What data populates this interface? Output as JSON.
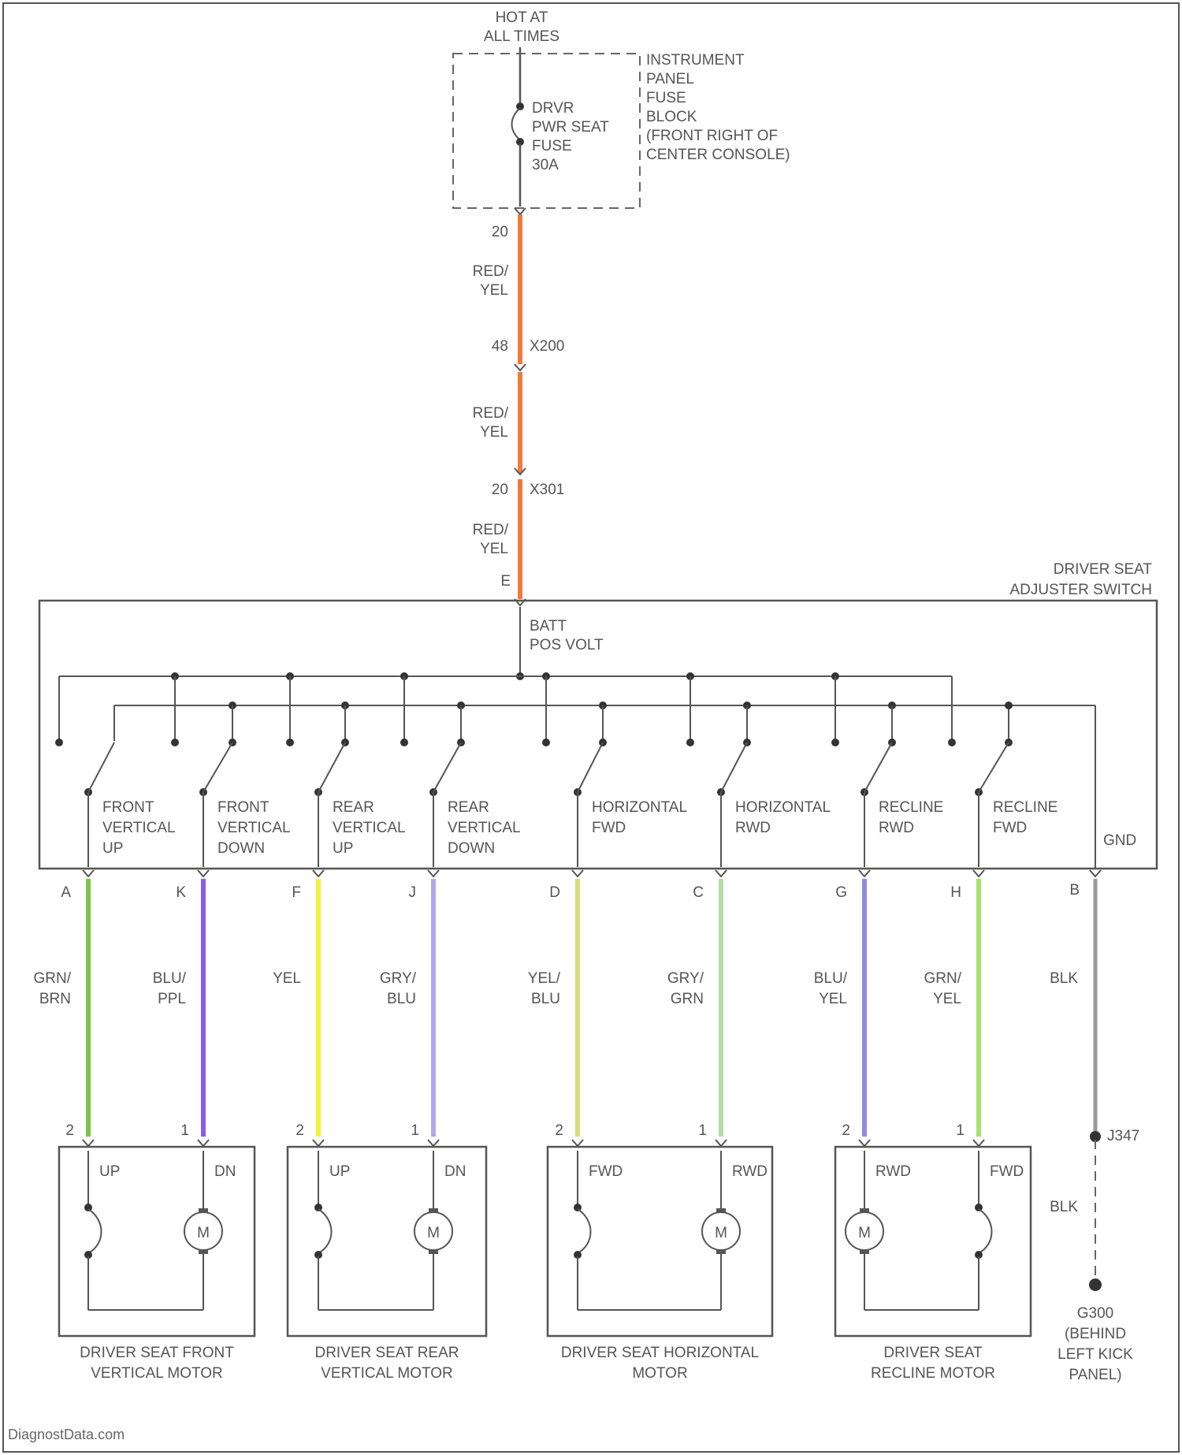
{
  "power_source": {
    "hot_label": [
      "HOT AT",
      "ALL TIMES"
    ],
    "fuse_label": [
      "DRVR",
      "PWR SEAT",
      "FUSE",
      "30A"
    ],
    "fuse_block_label": [
      "INSTRUMENT",
      "PANEL",
      "FUSE",
      "BLOCK",
      "(FRONT RIGHT OF",
      "CENTER CONSOLE)"
    ],
    "pin_top": "20"
  },
  "feed_wire": {
    "color": "#f07a3a",
    "segments": [
      {
        "label": [
          "RED/",
          "YEL"
        ]
      },
      {
        "label": [
          "RED/",
          "YEL"
        ]
      },
      {
        "label": [
          "RED/",
          "YEL"
        ]
      }
    ],
    "connectors": [
      {
        "pin": "48",
        "name": "X200"
      },
      {
        "pin": "20",
        "name": "X301"
      }
    ],
    "switch_pin": "E"
  },
  "switch": {
    "title": [
      "DRIVER SEAT",
      "ADJUSTER SWITCH"
    ],
    "batt_label": [
      "BATT",
      "POS VOLT"
    ],
    "gnd_label": "GND",
    "positions": [
      {
        "label": [
          "FRONT",
          "VERTICAL",
          "UP"
        ],
        "pin": "A",
        "wire_label": [
          "GRN/",
          "BRN"
        ],
        "wire_color": "#7fc24a"
      },
      {
        "label": [
          "FRONT",
          "VERTICAL",
          "DOWN"
        ],
        "pin": "K",
        "wire_label": [
          "BLU/",
          "PPL"
        ],
        "wire_color": "#8a5cf0"
      },
      {
        "label": [
          "REAR",
          "VERTICAL",
          "UP"
        ],
        "pin": "F",
        "wire_label": [
          "YEL"
        ],
        "wire_color": "#f2f23a"
      },
      {
        "label": [
          "REAR",
          "VERTICAL",
          "DOWN"
        ],
        "pin": "J",
        "wire_label": [
          "GRY/",
          "BLU"
        ],
        "wire_color": "#b0a8f0"
      },
      {
        "label": [
          "HORIZONTAL",
          "FWD"
        ],
        "pin": "D",
        "wire_label": [
          "YEL/",
          "BLU"
        ],
        "wire_color": "#d8dc7a"
      },
      {
        "label": [
          "HORIZONTAL",
          "RWD"
        ],
        "pin": "C",
        "wire_label": [
          "GRY/",
          "GRN"
        ],
        "wire_color": "#b4dcaa"
      },
      {
        "label": [
          "RECLINE",
          "RWD"
        ],
        "pin": "G",
        "wire_label": [
          "BLU/",
          "YEL"
        ],
        "wire_color": "#8c8cdc"
      },
      {
        "label": [
          "RECLINE",
          "FWD"
        ],
        "pin": "H",
        "wire_label": [
          "GRN/",
          "YEL"
        ],
        "wire_color": "#a8e070"
      }
    ],
    "gnd_pin": "B",
    "gnd_wire_label": "BLK",
    "gnd_wire_color": "#999999"
  },
  "motors": [
    {
      "title": [
        "DRIVER SEAT FRONT",
        "VERTICAL MOTOR"
      ],
      "pin_left": "2",
      "pin_right": "1",
      "term_left": "UP",
      "term_right": "DN",
      "motor_symbol": "M"
    },
    {
      "title": [
        "DRIVER SEAT REAR",
        "VERTICAL MOTOR"
      ],
      "pin_left": "2",
      "pin_right": "1",
      "term_left": "UP",
      "term_right": "DN",
      "motor_symbol": "M"
    },
    {
      "title": [
        "DRIVER SEAT HORIZONTAL",
        "MOTOR"
      ],
      "pin_left": "2",
      "pin_right": "1",
      "term_left": "FWD",
      "term_right": "RWD",
      "motor_symbol": "M"
    },
    {
      "title": [
        "DRIVER SEAT",
        "RECLINE MOTOR"
      ],
      "pin_left": "2",
      "pin_right": "1",
      "term_left": "RWD",
      "term_right": "FWD",
      "motor_symbol": "M"
    }
  ],
  "ground": {
    "splice": "J347",
    "wire_label": "BLK",
    "point_label": [
      "G300",
      "(BEHIND",
      "LEFT KICK",
      "PANEL)"
    ]
  },
  "credit": "DiagnostData.com"
}
